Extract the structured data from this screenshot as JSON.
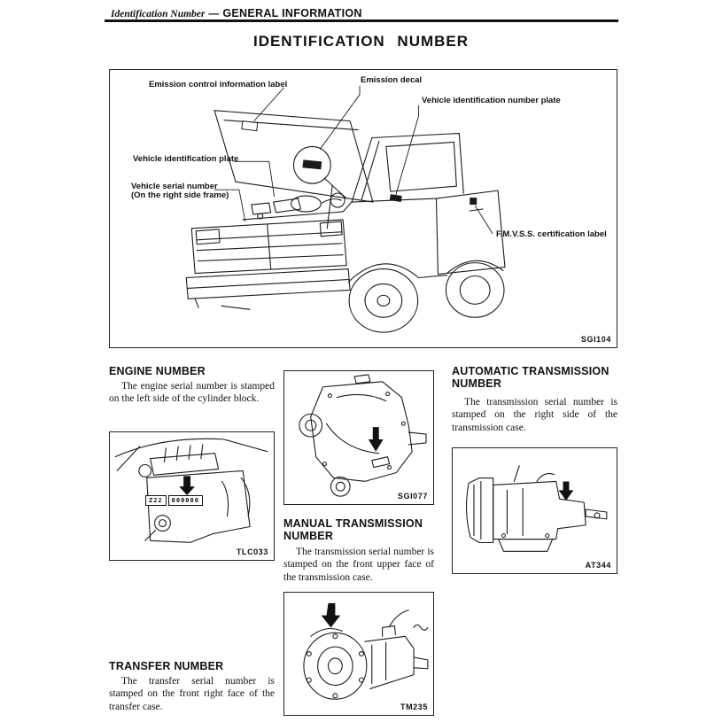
{
  "header": {
    "section": "Identification Number",
    "dash": "—",
    "title": "GENERAL INFORMATION"
  },
  "page_title": "IDENTIFICATION NUMBER",
  "main_figure": {
    "code": "SGI104",
    "callouts": {
      "emission_control": "Emission control information label",
      "emission_decal": "Emission decal",
      "vin_plate": "Vehicle identification number plate",
      "vehicle_id_plate": "Vehicle identification plate",
      "vehicle_serial_1": "Vehicle serial number",
      "vehicle_serial_2": "(On the right side frame)",
      "fmvss": "F.M.V.S.S. certification label"
    }
  },
  "sections": {
    "engine": {
      "heading": "ENGINE NUMBER",
      "body": "The engine serial number is stamped on the left side of the cylinder block.",
      "figure": {
        "code": "TLC033",
        "stamp_prefix": "Z22",
        "stamp": "000000"
      }
    },
    "automatic_transmission": {
      "heading_line1": "AUTOMATIC TRANSMISSION",
      "heading_line2": "NUMBER",
      "body": "The transmission serial number is stamped on the right side of the transmission case.",
      "figure": {
        "code": "AT344"
      }
    },
    "manual_transmission": {
      "heading_line1": "MANUAL TRANSMISSION",
      "heading_line2": "NUMBER",
      "body": "The transmission serial number is stamped on the front upper face of the transmission case.",
      "figure": {
        "code": "TM235"
      }
    },
    "transfer": {
      "heading": "TRANSFER NUMBER",
      "body": "The transfer serial number is stamped on the front right face of the transfer case.",
      "figure": {
        "code": "SGI077"
      }
    }
  }
}
